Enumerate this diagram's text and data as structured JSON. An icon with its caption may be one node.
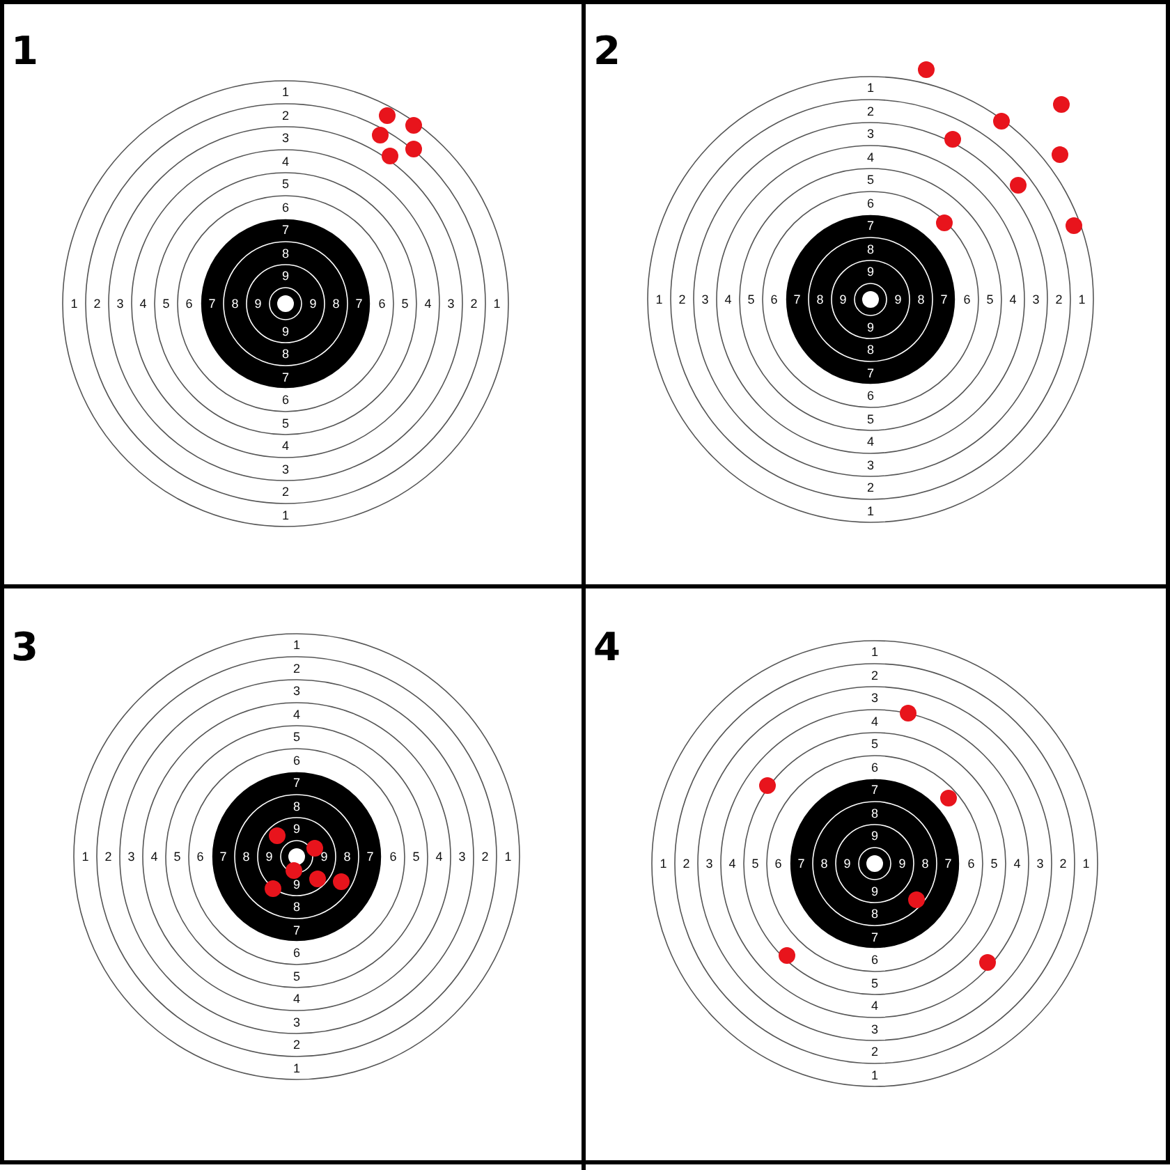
{
  "diagram": {
    "labels": [
      "1",
      "1",
      "2",
      "3",
      "4",
      "5",
      "6",
      "7",
      "8",
      "9",
      "1",
      "2",
      "3",
      "4",
      "5",
      "6",
      "7",
      "8",
      "9",
      "9",
      "8",
      "7",
      "6",
      "5",
      "4",
      "3",
      "2",
      "1",
      "9",
      "8",
      "7",
      "6",
      "5",
      "4",
      "3",
      "2",
      "1",
      "2",
      "1",
      "2",
      "3",
      "4",
      "5",
      "6",
      "7",
      "8",
      "9",
      "1",
      "2",
      "3",
      "4",
      "5",
      "6",
      "7",
      "8",
      "9",
      "9",
      "8",
      "7",
      "6",
      "5",
      "4",
      "3",
      "2",
      "1",
      "9",
      "8",
      "7",
      "6",
      "5",
      "4",
      "3",
      "2",
      "1",
      "3",
      "1",
      "2",
      "3",
      "4",
      "5",
      "6",
      "7",
      "8",
      "9",
      "1",
      "2",
      "3",
      "4",
      "5",
      "6",
      "7",
      "8",
      "9",
      "9",
      "8",
      "7",
      "6",
      "5",
      "4",
      "3",
      "2",
      "1",
      "9",
      "8",
      "7",
      "6",
      "5",
      "4",
      "3",
      "2",
      "1",
      "4",
      "1",
      "2",
      "3",
      "4",
      "5",
      "6",
      "7",
      "8",
      "9",
      "1",
      "2",
      "3",
      "4",
      "5",
      "6",
      "7",
      "8",
      "9",
      "9",
      "8",
      "7",
      "6",
      "5",
      "4",
      "3",
      "2",
      "1",
      "9",
      "8",
      "7",
      "6",
      "5",
      "4",
      "3",
      "2",
      "1"
    ]
  }
}
